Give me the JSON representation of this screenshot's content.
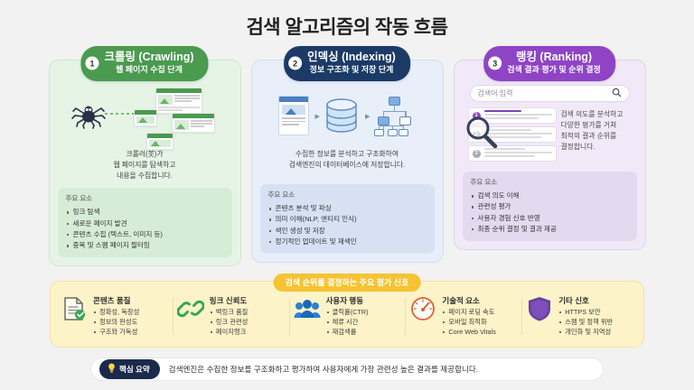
{
  "title": "검색 알고리즘의 작동 흐름",
  "steps": [
    {
      "number": "1",
      "title": "크롤링 (Crawling)",
      "subtitle": "웹 페이지 수집 단계",
      "description": "크롤러(봇)가\n웹 페이지를 탐색하고\n내용을 수집합니다.",
      "facts_title": "주요 요소",
      "facts": [
        "링크 탐색",
        "새로운 페이지 발견",
        "콘텐츠 수집 (텍스트, 이미지 등)",
        "중복 및 스팸 페이지 필터링"
      ]
    },
    {
      "number": "2",
      "title": "인덱싱 (Indexing)",
      "subtitle": "정보 구조화 및 저장 단계",
      "description": "수집한 정보를 분석하고 구조화하여\n검색엔진의 데이터베이스에 저장합니다.",
      "facts_title": "주요 요소",
      "facts": [
        "콘텐츠 분석 및 파싱",
        "의미 이해(NLP, 엔티티 인식)",
        "색인 생성 및 저장",
        "정기적인 업데이트 및 재색인"
      ]
    },
    {
      "number": "3",
      "title": "랭킹 (Ranking)",
      "subtitle": "검색 결과 평가 및 순위 결정",
      "search_placeholder": "검색어 입력",
      "result_numbers": [
        "1",
        "2",
        "3"
      ],
      "description": "검색 의도를 분석하고\n다양한 평가를 거쳐\n최적의 결과 순위를\n결정합니다.",
      "facts_title": "주요 요소",
      "facts": [
        "검색 의도 이해",
        "관련성 평가",
        "사용자 경험 신호 반영",
        "최종 순위 결정 및 결과 제공"
      ]
    }
  ],
  "signals": {
    "badge": "검색 순위를 결정하는 주요 평가 신호",
    "items": [
      {
        "icon": "document-check-icon",
        "title": "콘텐츠 품질",
        "points": [
          "정확성, 독창성",
          "정보의 완성도",
          "구조와 가독성"
        ]
      },
      {
        "icon": "chain-link-icon",
        "title": "링크 신뢰도",
        "points": [
          "백링크 품질",
          "링크 관련성",
          "페이지랭크"
        ]
      },
      {
        "icon": "users-group-icon",
        "title": "사용자 행동",
        "points": [
          "클릭률(CTR)",
          "체류 시간",
          "재검색률"
        ]
      },
      {
        "icon": "speedometer-icon",
        "title": "기술적 요소",
        "points": [
          "페이지 로딩 속도",
          "모바일 최적화",
          "Core Web Vitals"
        ]
      },
      {
        "icon": "shield-icon",
        "title": "기타 신호",
        "points": [
          "HTTPS 보안",
          "스팸 및 정책 위반",
          "개인화 및 지역성"
        ]
      }
    ]
  },
  "summary": {
    "badge": "핵심 요약",
    "text": "검색엔진은 수집한 정보를 구조화하고 평가하여 사용자에게 가장 관련성 높은 결과를 제공합니다."
  },
  "colors": {
    "crawling": "#4a9a4f",
    "indexing": "#1b3a66",
    "ranking": "#8e44c4",
    "signals": "#f5c333",
    "summary": "#1b2a4a"
  }
}
